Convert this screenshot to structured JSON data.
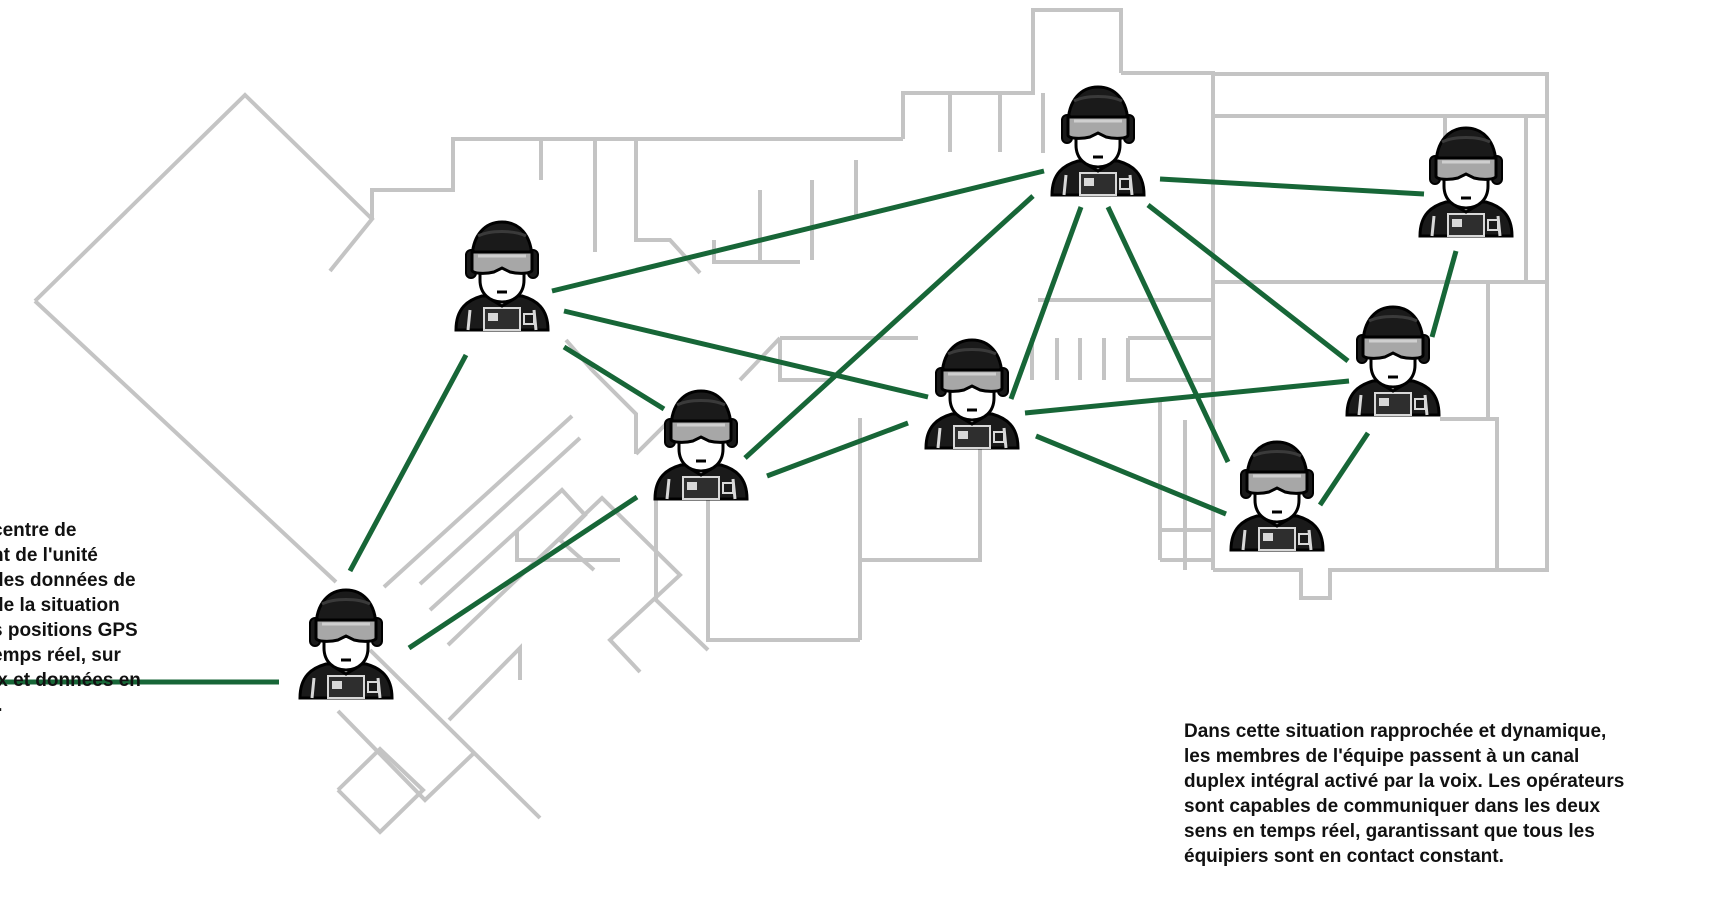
{
  "captions": {
    "left_lines": [
      "centre de",
      "nt de l'unité",
      " des données de",
      "de la situation",
      "s positions GPS",
      "emps réel, sur",
      "ix et données en",
      "l."
    ],
    "right_lines": [
      "Dans cette situation rapprochée et dynamique,",
      "les membres de l'équipe passent à un canal",
      "duplex intégral activé par la voix. Les opérateurs",
      "sont capables de communiquer dans les deux",
      "sens en temps réel, garantissant que tous les",
      "équipiers sont en contact constant."
    ]
  },
  "colors": {
    "link": "#176637",
    "floor_plan": "#c4c4c4",
    "operator": "#1a1a1a"
  },
  "icons": [
    "operator-icon"
  ],
  "operators": [
    {
      "id": "op-1"
    },
    {
      "id": "op-2"
    },
    {
      "id": "op-3"
    },
    {
      "id": "op-4"
    },
    {
      "id": "op-5"
    },
    {
      "id": "op-6"
    },
    {
      "id": "op-7"
    },
    {
      "id": "op-8"
    }
  ],
  "links": [
    [
      "op-1",
      "op-2"
    ],
    [
      "op-1",
      "op-3"
    ],
    [
      "op-2",
      "op-3"
    ],
    [
      "op-2",
      "op-4"
    ],
    [
      "op-2",
      "op-5"
    ],
    [
      "op-3",
      "op-4"
    ],
    [
      "op-3",
      "op-5"
    ],
    [
      "op-4",
      "op-5"
    ],
    [
      "op-4",
      "op-7"
    ],
    [
      "op-4",
      "op-8"
    ],
    [
      "op-5",
      "op-6"
    ],
    [
      "op-5",
      "op-7"
    ],
    [
      "op-5",
      "op-8"
    ],
    [
      "op-6",
      "op-7"
    ],
    [
      "op-7",
      "op-8"
    ]
  ]
}
